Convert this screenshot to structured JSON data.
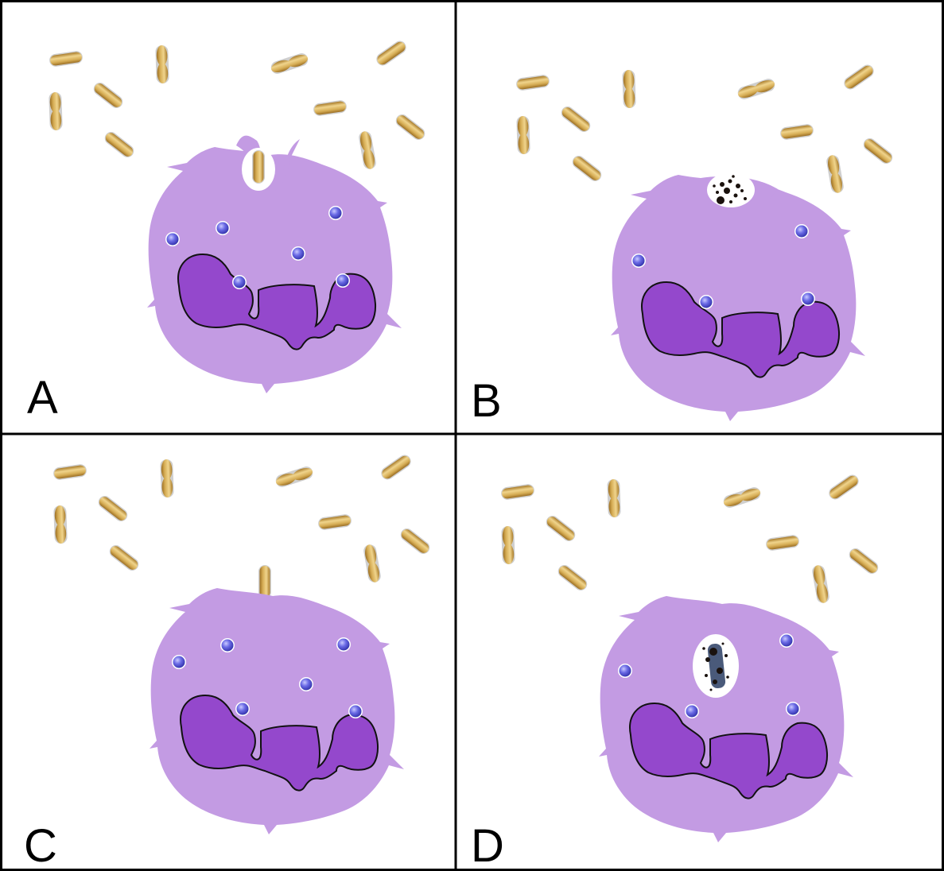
{
  "panels": [
    {
      "label": "A"
    },
    {
      "label": "B"
    },
    {
      "label": "C"
    },
    {
      "label": "D"
    }
  ],
  "colors": {
    "cell_fill": "#c39be3",
    "nucleus_fill": "#9448cc",
    "granule_fill": "#5a5ad8",
    "bacterium_fill": "#d6ad55",
    "bacterium_edge": "#b8b8b8",
    "vacuole_fill": "#ffffff",
    "debris_fill": "#1a120e"
  }
}
